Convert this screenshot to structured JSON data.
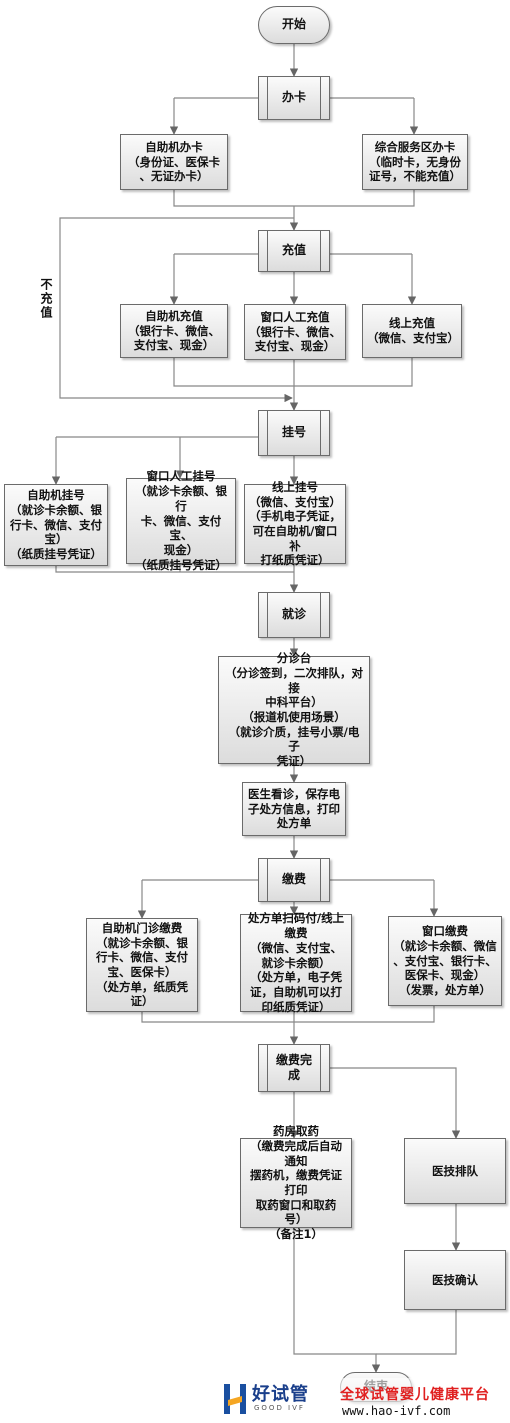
{
  "nodes": {
    "start": "开始",
    "card": "办卡",
    "self_card": "自助机办卡\n（身份证、医保卡\n、无证办卡）",
    "service_card": "综合服务区办卡\n（临时卡，无身份\n证号，不能充值）",
    "recharge": "充值",
    "self_recharge": "自助机充值\n（银行卡、微信、\n支付宝、现金）",
    "window_recharge": "窗口人工充值\n（银行卡、微信、\n支付宝、现金）",
    "online_recharge": "线上充值\n（微信、支付宝）",
    "register": "挂号",
    "self_register": "自助机挂号\n（就诊卡余额、银\n行卡、微信、支付\n宝）\n（纸质挂号凭证）",
    "window_register": "窗口人工挂号\n（就诊卡余额、银行\n卡、微信、支付宝、\n现金）\n（纸质挂号凭证）",
    "online_register": "线上挂号\n（微信、支付宝）\n（手机电子凭证，\n可在自助机/窗口补\n打纸质凭证）",
    "visit": "就诊",
    "triage": "分诊台\n（分诊签到，二次排队，对接\n中科平台）\n（报道机使用场景）\n（就诊介质，挂号小票/电子\n凭证）",
    "doctor": "医生看诊，保存电\n子处方信息，打印\n处方单",
    "pay": "缴费",
    "self_pay": "自助机门诊缴费\n（就诊卡余额、银\n行卡、微信、支付\n宝、医保卡）\n（处方单，纸质凭\n证）",
    "scan_pay": "处方单扫码付/线上\n缴费\n（微信、支付宝、\n就诊卡余额）\n（处方单，电子凭\n证，自助机可以打\n印纸质凭证）",
    "window_pay": "窗口缴费\n（就诊卡余额、微信\n、支付宝、银行卡、\n医保卡、现金）\n（发票，处方单）",
    "pay_done": "缴费完\n成",
    "pharmacy": "药房取药\n（缴费完成后自动通知\n摆药机，缴费凭证打印\n取药窗口和取药号）\n（备注1）",
    "tech_queue": "医技排队",
    "tech_confirm": "医技确认",
    "end": "结束"
  },
  "edge_labels": {
    "no_recharge": "不充值"
  },
  "footer": {
    "logo_name": "好试管",
    "logo_sub": "GOOD IVF",
    "site_name": "全球试管婴儿健康平台",
    "site_url": "www.hao-ivf.com"
  }
}
